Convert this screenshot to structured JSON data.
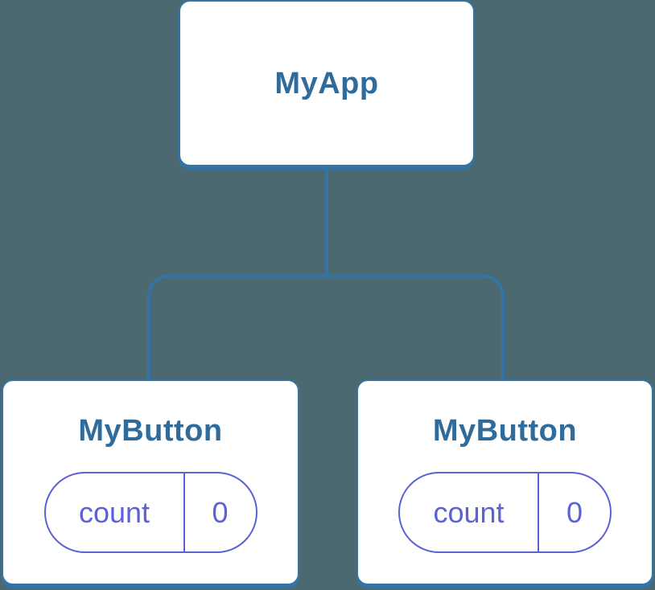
{
  "diagram": {
    "type": "component-tree",
    "root": {
      "label": "MyApp"
    },
    "children": [
      {
        "label": "MyButton",
        "state": {
          "key": "count",
          "value": "0"
        }
      },
      {
        "label": "MyButton",
        "state": {
          "key": "count",
          "value": "0"
        }
      }
    ]
  },
  "colors": {
    "background": "#4C6870",
    "node_stroke": "#3473A6",
    "node_fill": "#FFFFFF",
    "title_text": "#2F6B9B",
    "state_accent": "#5B62D8"
  }
}
